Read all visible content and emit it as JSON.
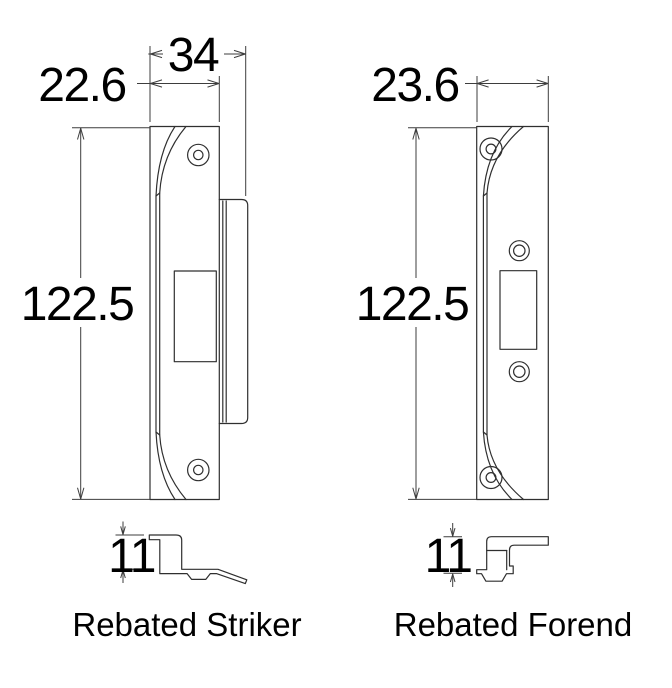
{
  "diagram": {
    "striker": {
      "label": "Rebated Striker",
      "dim_overall_width": "34",
      "dim_plate_width": "22.6",
      "dim_height": "122.5",
      "dim_rebate_offset": "11"
    },
    "forend": {
      "label": "Rebated Forend",
      "dim_plate_width": "23.6",
      "dim_height": "122.5",
      "dim_rebate_offset": "11"
    }
  }
}
